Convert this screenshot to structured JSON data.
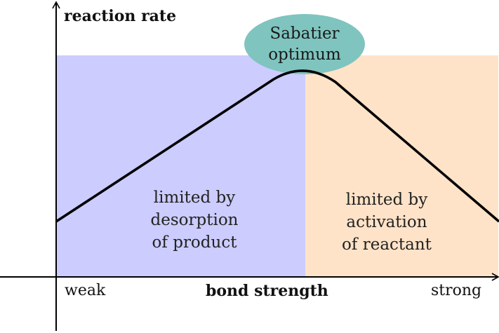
{
  "axes": {
    "y_label": "reaction rate",
    "x_label": "bond strength",
    "x_min_label": "weak",
    "x_max_label": "strong"
  },
  "regions": {
    "left": {
      "lines": [
        "limited by",
        "desorption",
        "of product"
      ],
      "color": "#ccccff"
    },
    "right": {
      "lines": [
        "limited by",
        "activation",
        "of reactant"
      ],
      "color": "#ffe3c8"
    }
  },
  "optimum": {
    "lines": [
      "Sabatier",
      "optimum"
    ],
    "color": "#7fc4bf"
  },
  "colors": {
    "axis": "#000000",
    "curve": "#000000"
  }
}
